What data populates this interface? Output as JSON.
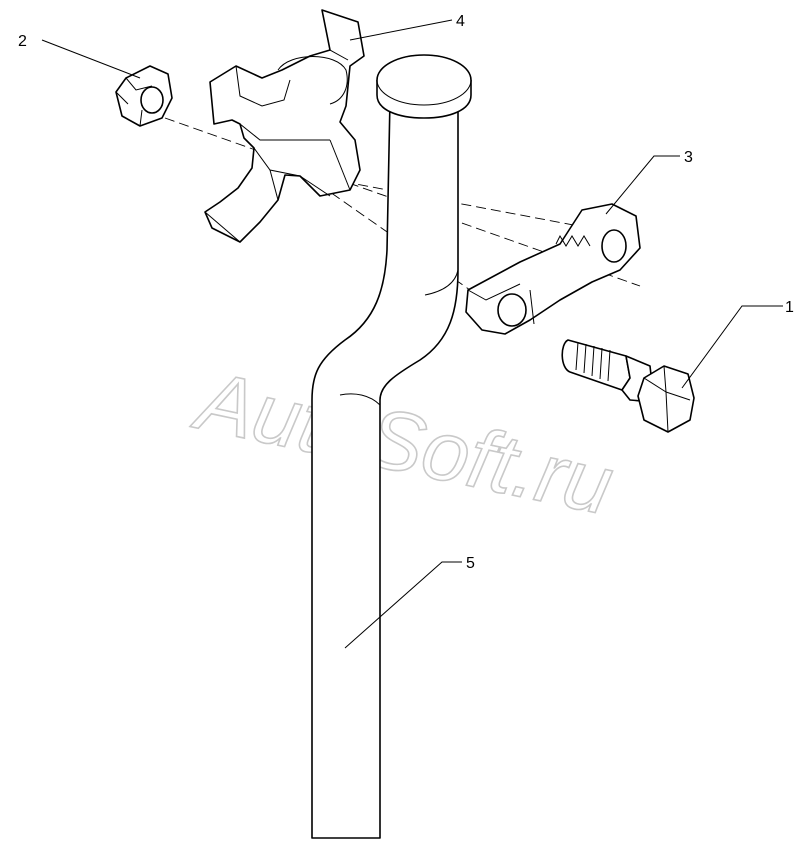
{
  "diagram": {
    "watermark": "AutoSoft.ru",
    "callouts": [
      {
        "id": "bolt",
        "label": "1"
      },
      {
        "id": "nut",
        "label": "2"
      },
      {
        "id": "clamp-plate",
        "label": "3"
      },
      {
        "id": "bracket",
        "label": "4"
      },
      {
        "id": "pipe",
        "label": "5"
      }
    ]
  }
}
